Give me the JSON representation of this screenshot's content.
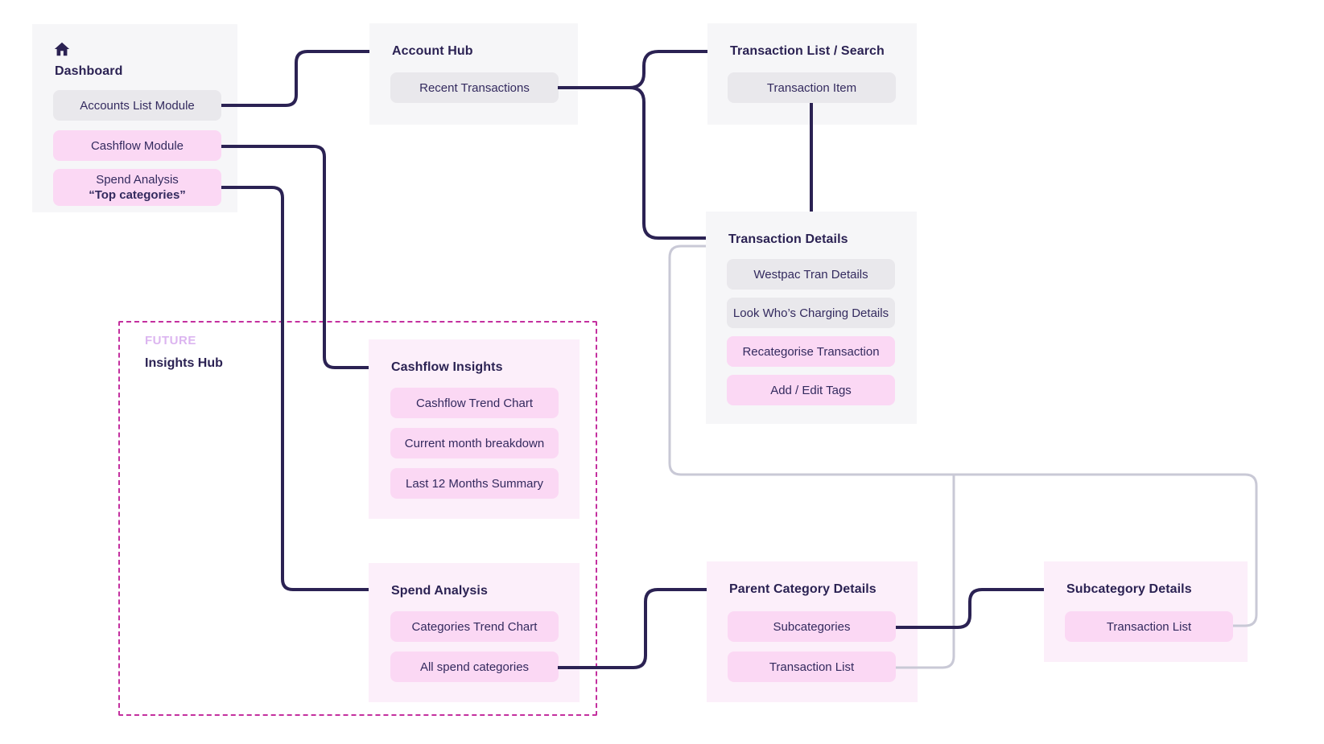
{
  "colors": {
    "navy": "#2B2253",
    "panel_gray": "#F6F6F8",
    "box_gray": "#E9E8EC",
    "panel_pink": "#FCEFFA",
    "box_pink": "#FBD8F4",
    "connector_dark": "#2B2253",
    "connector_gray": "#C9C9D6",
    "future_border_magenta": "#C4309F",
    "future_label_purple": "#DCB5F0"
  },
  "icons": {
    "home": "home-icon"
  },
  "panels": {
    "dashboard": {
      "title": "Dashboard",
      "items": [
        {
          "label": "Accounts List Module"
        },
        {
          "label": "Cashflow Module"
        },
        {
          "label": "Spend Analysis",
          "sublabel": "“Top categories”"
        }
      ]
    },
    "account_hub": {
      "title": "Account Hub",
      "items": [
        {
          "label": "Recent Transactions"
        }
      ]
    },
    "transaction_list_search": {
      "title": "Transaction List / Search",
      "items": [
        {
          "label": "Transaction Item"
        }
      ]
    },
    "transaction_details": {
      "title": "Transaction Details",
      "items": [
        {
          "label": "Westpac Tran Details"
        },
        {
          "label": "Look Who’s Charging Details"
        },
        {
          "label": "Recategorise Transaction"
        },
        {
          "label": "Add / Edit Tags"
        }
      ]
    },
    "cashflow_insights": {
      "title": "Cashflow Insights",
      "items": [
        {
          "label": "Cashflow Trend Chart"
        },
        {
          "label": "Current month breakdown"
        },
        {
          "label": "Last 12 Months Summary"
        }
      ]
    },
    "spend_analysis": {
      "title": "Spend Analysis",
      "items": [
        {
          "label": "Categories Trend Chart"
        },
        {
          "label": "All spend categories"
        }
      ]
    },
    "parent_category_details": {
      "title": "Parent Category Details",
      "items": [
        {
          "label": "Subcategories"
        },
        {
          "label": "Transaction List"
        }
      ]
    },
    "subcategory_details": {
      "title": "Subcategory Details",
      "items": [
        {
          "label": "Transaction List"
        }
      ]
    }
  },
  "future_group": {
    "tag": "FUTURE",
    "title": "Insights Hub"
  }
}
